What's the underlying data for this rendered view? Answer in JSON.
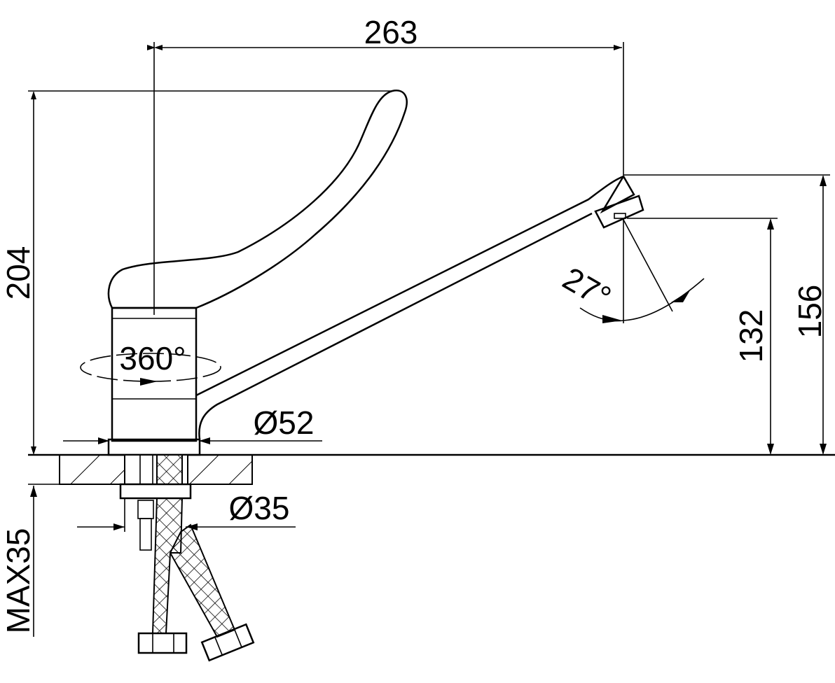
{
  "title": "Kitchen faucet dimension drawing",
  "dimensions": {
    "width_spout": "263",
    "total_height": "204",
    "spout_height": "156",
    "outlet_height": "132",
    "spout_angle": "27°",
    "rotation": "360°",
    "base_diameter": "Ø52",
    "hole_diameter": "Ø35",
    "max_counter_thickness": "MAX35"
  },
  "colors": {
    "line": "#000000",
    "background": "#ffffff"
  }
}
